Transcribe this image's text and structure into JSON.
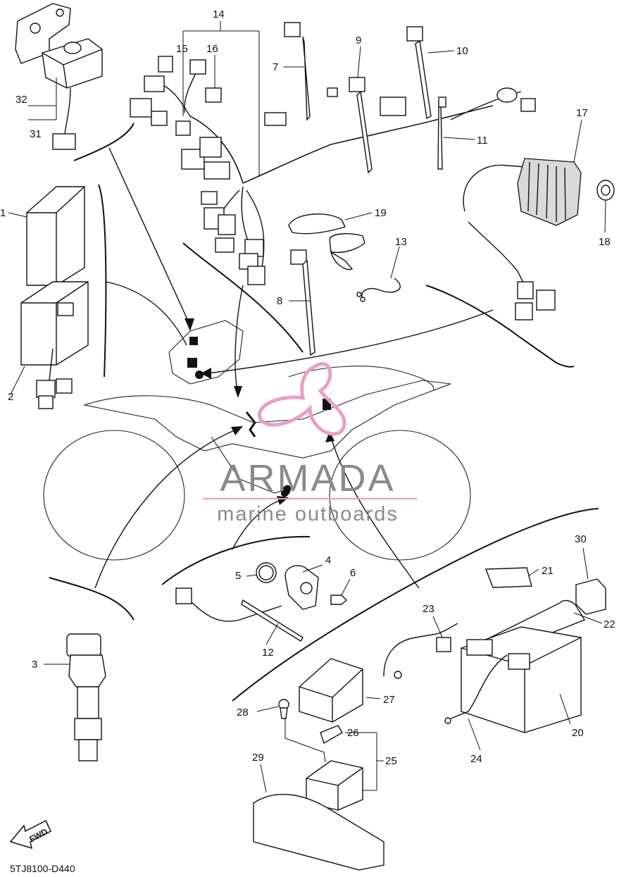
{
  "diagram": {
    "drawing_code": "5TJ8100-D440",
    "fwd_label": "FWD",
    "watermark": {
      "title": "ARMADA",
      "subtitle": "marine outboards",
      "accent_color": "#e6a0c8",
      "text_color": "#8a8a8a"
    },
    "callouts": [
      "1",
      "2",
      "3",
      "4",
      "5",
      "6",
      "7",
      "8",
      "9",
      "10",
      "11",
      "12",
      "13",
      "14",
      "15",
      "16",
      "17",
      "18",
      "19",
      "20",
      "21",
      "22",
      "23",
      "24",
      "25",
      "26",
      "27",
      "28",
      "29",
      "30",
      "31",
      "32"
    ]
  }
}
